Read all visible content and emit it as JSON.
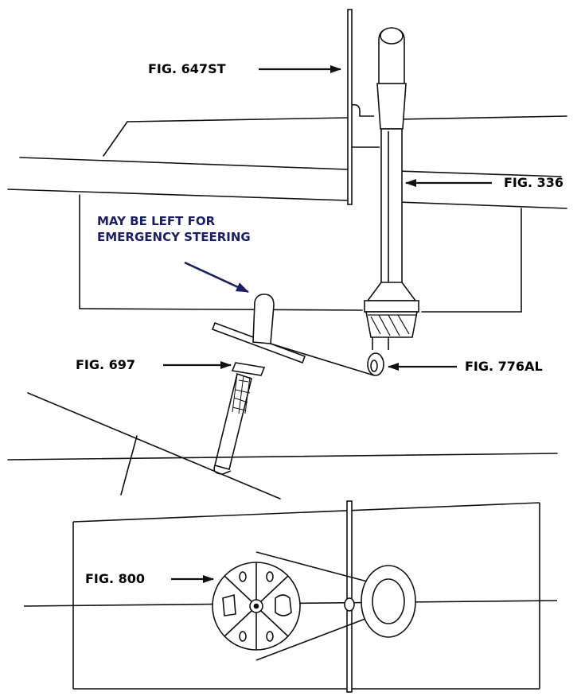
{
  "colors": {
    "ink": "#111111",
    "callout_text": "#000000",
    "note_text": "#1a1f63",
    "background": "#ffffff"
  },
  "labels": {
    "fig_647st": "FIG. 647ST",
    "fig_336": "FIG. 336",
    "fig_697": "FIG. 697",
    "fig_776al": "FIG. 776AL",
    "fig_800": "FIG. 800"
  },
  "note": {
    "line1": "MAY BE LEFT FOR",
    "line2": "EMERGENCY STEERING"
  }
}
